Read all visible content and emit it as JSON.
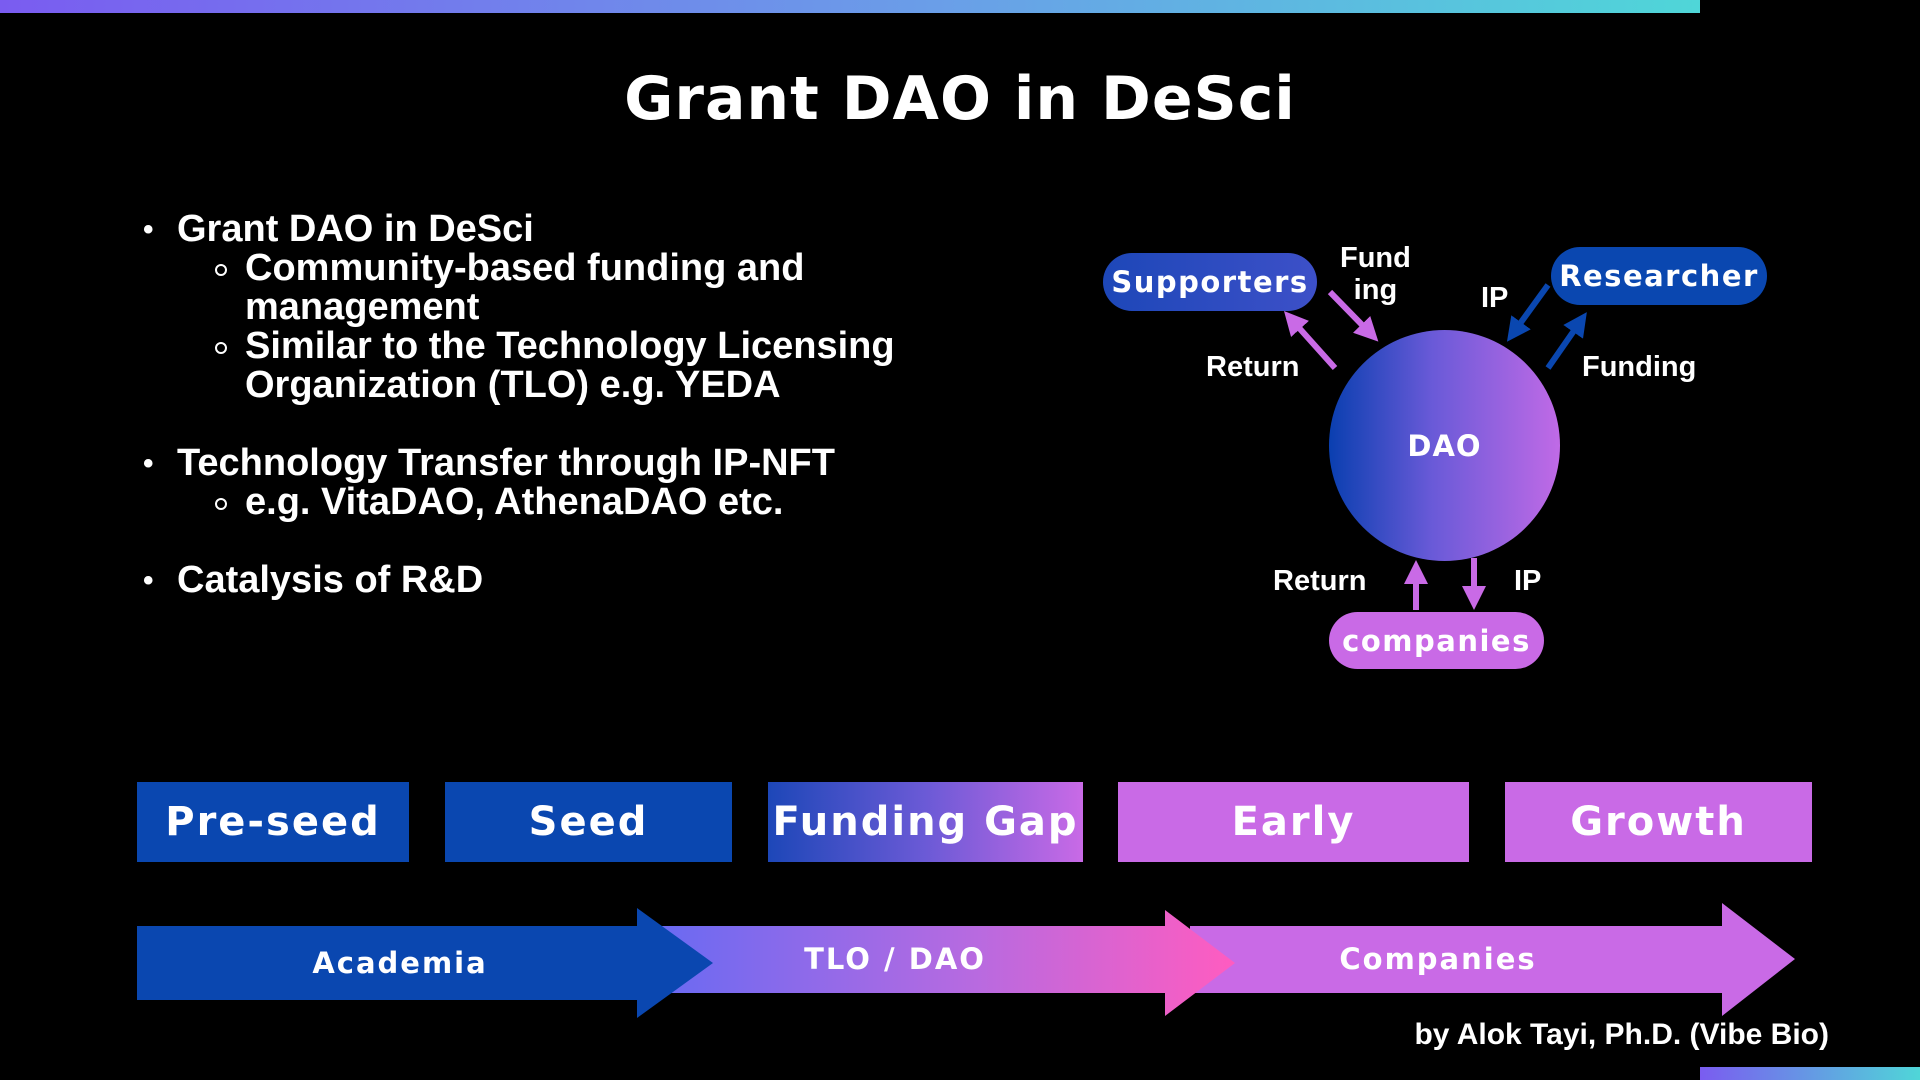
{
  "slide": {
    "title": "Grant DAO in DeSci",
    "credit": "by Alok Tayi, Ph.D. (Vibe Bio)"
  },
  "bullets": [
    {
      "text": "Grant DAO in DeSci",
      "sub": [
        "Community-based funding and management",
        "Similar to the Technology Licensing Organization (TLO) e.g. YEDA"
      ]
    },
    {
      "text": "Technology Transfer through IP-NFT",
      "sub": [
        "e.g. VitaDAO, AthenaDAO etc."
      ]
    },
    {
      "text": "Catalysis of R&D",
      "sub": []
    }
  ],
  "diagram": {
    "center": "DAO",
    "nodes": {
      "supporters": "Supporters",
      "researcher": "Researcher",
      "companies": "companies"
    },
    "labels": {
      "supporters_in": "Fund\ning",
      "supporters_out": "Return",
      "researcher_in": "IP",
      "researcher_out": "Funding",
      "companies_in": "Return",
      "companies_out": "IP"
    },
    "colors": {
      "blue": "#0a47b0",
      "violet": "#c96ae6"
    }
  },
  "stages": [
    "Pre-seed",
    "Seed",
    "Funding Gap",
    "Early",
    "Growth"
  ],
  "phases": [
    "Academia",
    "TLO / DAO",
    "Companies"
  ]
}
